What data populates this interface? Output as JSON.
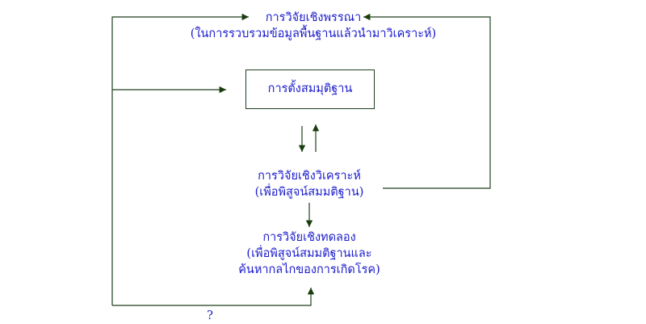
{
  "diagram": {
    "nodes": {
      "descriptive": {
        "title": "การวิจัยเชิงพรรณา",
        "subtitle": "(ในการรวบรวมข้อมูลพื้นฐานแล้วนำมาวิเคราะห์)"
      },
      "hypothesis": {
        "title": "การตั้งสมมุติฐาน"
      },
      "analytical": {
        "title": "การวิจัยเชิงวิเคราะห์",
        "subtitle": "(เพื่อพิสูจน์สมมติฐาน)"
      },
      "experimental": {
        "title": "การวิจัยเชิงทดลอง",
        "subtitle": "(เพื่อพิสูจน์สมมติฐานและ",
        "subtitle2": "ค้นหากลไกของการเกิดโรค)"
      }
    },
    "loop_label": "?",
    "colors": {
      "line": "#1f3f1f",
      "arrow": "#1a3d0f",
      "text": "#1a1acc"
    }
  }
}
